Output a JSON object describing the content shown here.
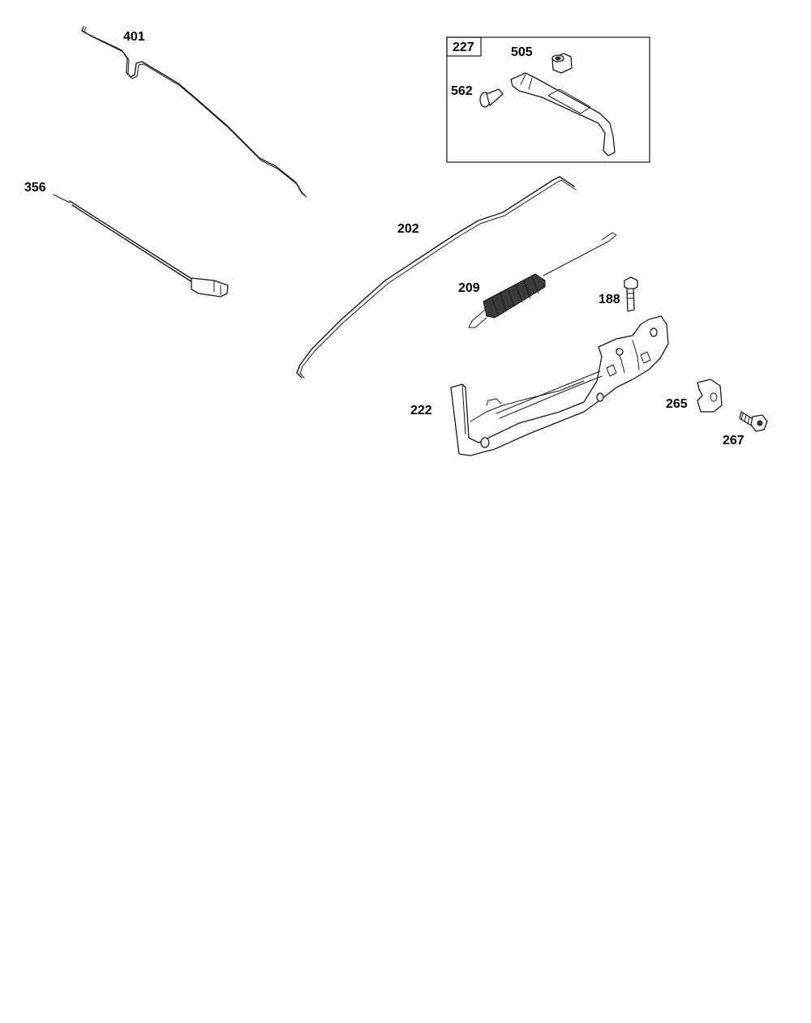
{
  "diagram": {
    "parts": [
      {
        "id": "401",
        "label": "401"
      },
      {
        "id": "356",
        "label": "356"
      },
      {
        "id": "227",
        "label": "227"
      },
      {
        "id": "505",
        "label": "505"
      },
      {
        "id": "562",
        "label": "562"
      },
      {
        "id": "202",
        "label": "202"
      },
      {
        "id": "209",
        "label": "209"
      },
      {
        "id": "188",
        "label": "188"
      },
      {
        "id": "222",
        "label": "222"
      },
      {
        "id": "265",
        "label": "265"
      },
      {
        "id": "267",
        "label": "267"
      }
    ]
  }
}
